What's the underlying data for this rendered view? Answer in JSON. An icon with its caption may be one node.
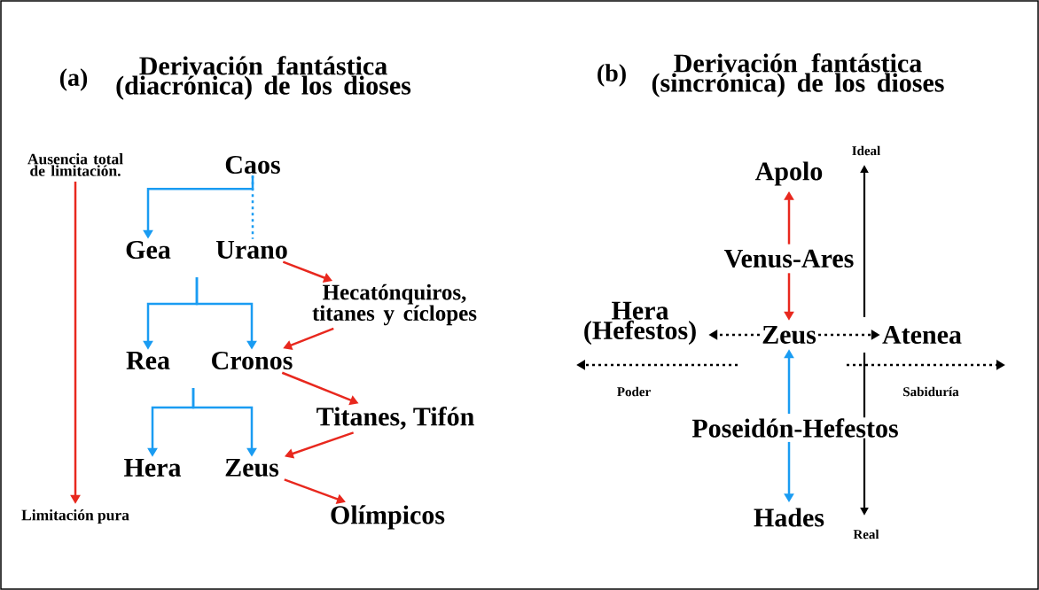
{
  "diagram": {
    "nodes": [
      {
        "text": [
          "Caos"
        ]
      },
      {
        "text": [
          "Gea"
        ]
      },
      {
        "text": [
          "Urano"
        ]
      },
      {
        "text": [
          "Hecatónquiros, titanes y cíclopes"
        ]
      },
      {
        "text": [
          "Rea"
        ]
      },
      {
        "text": [
          "Cronos"
        ]
      },
      {
        "text": [
          "Titanes, Tifón"
        ]
      },
      {
        "text": [
          "Hera"
        ]
      },
      {
        "text": [
          "Zeus"
        ]
      },
      {
        "text": [
          "Olímpicos"
        ]
      },
      {
        "text": [
          "Apolo"
        ]
      },
      {
        "text": [
          "Venus-Ares"
        ]
      },
      {
        "text": [
          "Hera (Hefestos)"
        ]
      },
      {
        "text": [
          "Zeus"
        ]
      },
      {
        "text": [
          "Atenea"
        ]
      },
      {
        "text": [
          "Poseidón-Hefestos"
        ]
      },
      {
        "text": [
          "Hades"
        ]
      },
      {
        "text": [
          "Ausencia total de limitación."
        ]
      },
      {
        "text": [
          "Limitación pura"
        ]
      }
    ],
    "edges": [
      {
        "from": 0,
        "to": 1,
        "arrow": "to",
        "color": "#1a9cf2"
      },
      {
        "from": 0,
        "to": 2,
        "arrow": "none",
        "style": "dashed",
        "color": "#1a9cf2"
      },
      {
        "from": null,
        "to": 4,
        "arrow": "to",
        "color": "#1a9cf2"
      },
      {
        "from": null,
        "to": 5,
        "arrow": "to",
        "color": "#1a9cf2"
      },
      {
        "from": null,
        "to": 7,
        "arrow": "to",
        "color": "#1a9cf2"
      },
      {
        "from": null,
        "to": 8,
        "arrow": "to",
        "color": "#1a9cf2"
      },
      {
        "from": 2,
        "to": 3,
        "arrow": "to",
        "color": "#e8281e"
      },
      {
        "from": 3,
        "to": 5,
        "arrow": "to",
        "color": "#e8281e"
      },
      {
        "from": 5,
        "to": 6,
        "arrow": "to",
        "color": "#e8281e"
      },
      {
        "from": 6,
        "to": 8,
        "arrow": "to",
        "color": "#e8281e"
      },
      {
        "from": 8,
        "to": 9,
        "arrow": "to",
        "color": "#e8281e"
      },
      {
        "from": 11,
        "to": 10,
        "arrow": "to",
        "color": "#e8281e"
      },
      {
        "from": 11,
        "to": 13,
        "arrow": "to",
        "color": "#e8281e"
      },
      {
        "from": 13,
        "to": 12,
        "arrow": "to",
        "style": "dashed",
        "color": "#000000"
      },
      {
        "from": 13,
        "to": 14,
        "arrow": "to",
        "style": "dashed",
        "color": "#000000"
      },
      {
        "from": 15,
        "to": 13,
        "arrow": "to",
        "color": "#1a9cf2"
      },
      {
        "from": 15,
        "to": 16,
        "arrow": "to",
        "color": "#1a9cf2"
      },
      {
        "from": 17,
        "to": 18,
        "arrow": "to",
        "color": "#e8281e"
      }
    ],
    "labels": [
      "(a)",
      "Derivación fantástica (diacrónica) de los dioses",
      "(b)",
      "Derivación fantástica (sincrónica) de los dioses",
      "Ideal",
      "Real",
      "Poder",
      "Sabiduría"
    ]
  }
}
